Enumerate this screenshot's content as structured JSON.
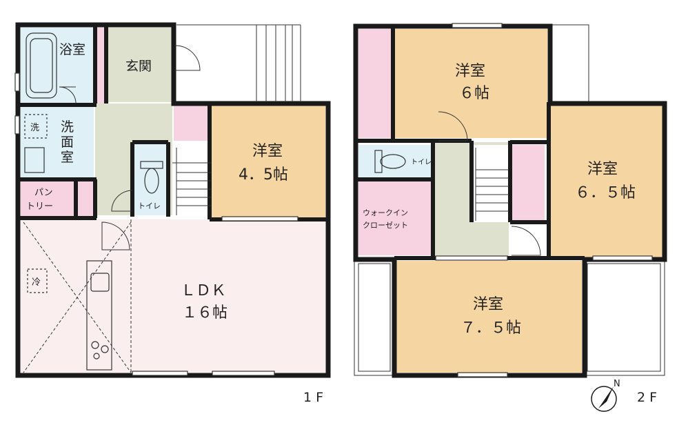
{
  "colors": {
    "western_room": "#f5d6a3",
    "entrance": "#dfe1cf",
    "corridor": "#dfe1cf",
    "wet_area": "#dff0f7",
    "storage": "#f7d3e2",
    "ldk": "#fbeeee",
    "wall": "#1a1a1a"
  },
  "floor1": {
    "label": "1 F",
    "rooms": {
      "bath": "浴室",
      "entrance": "玄関",
      "washroom_line1": "洗",
      "washroom_line2": "面",
      "washroom_line3": "室",
      "washer": "洗",
      "pantry_line1": "パン",
      "pantry_line2": "トリー",
      "toilet": "トイレ",
      "western_name": "洋室",
      "western_size": "4．5帖",
      "ldk_name": "ＬＤＫ",
      "ldk_size": "１６帖",
      "fridge": "冷"
    }
  },
  "floor2": {
    "label": "2 F",
    "rooms": {
      "western_a_name": "洋室",
      "western_a_size": "６帖",
      "western_b_name": "洋室",
      "western_b_size": "６．５帖",
      "western_c_name": "洋室",
      "western_c_size": "７．５帖",
      "toilet": "トイレ",
      "walkin_line1": "ウォークイン",
      "walkin_line2": "クローゼット"
    }
  },
  "compass": {
    "north": "N"
  }
}
